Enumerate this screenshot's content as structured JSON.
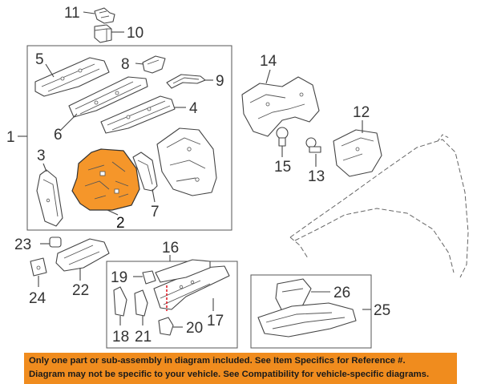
{
  "callouts": {
    "c1": "1",
    "c2": "2",
    "c3": "3",
    "c4": "4",
    "c5": "5",
    "c6": "6",
    "c7": "7",
    "c8": "8",
    "c9": "9",
    "c10": "10",
    "c11": "11",
    "c12": "12",
    "c13": "13",
    "c14": "14",
    "c15": "15",
    "c16": "16",
    "c17": "17",
    "c18": "18",
    "c19": "19",
    "c20": "20",
    "c21": "21",
    "c22": "22",
    "c23": "23",
    "c24": "24",
    "c25": "25",
    "c26": "26"
  },
  "highlighted_part": "2",
  "colors": {
    "highlight": "#F5962A",
    "banner": "#F08C1E",
    "line": "#444444",
    "marker": "#E0202A"
  },
  "disclaimer": {
    "line1": "Only one part or sub-assembly in diagram included. See Item Specifics for Reference #.",
    "line2": "Diagram may not be specific to your vehicle. See Compatibility for vehicle-specific diagrams."
  }
}
